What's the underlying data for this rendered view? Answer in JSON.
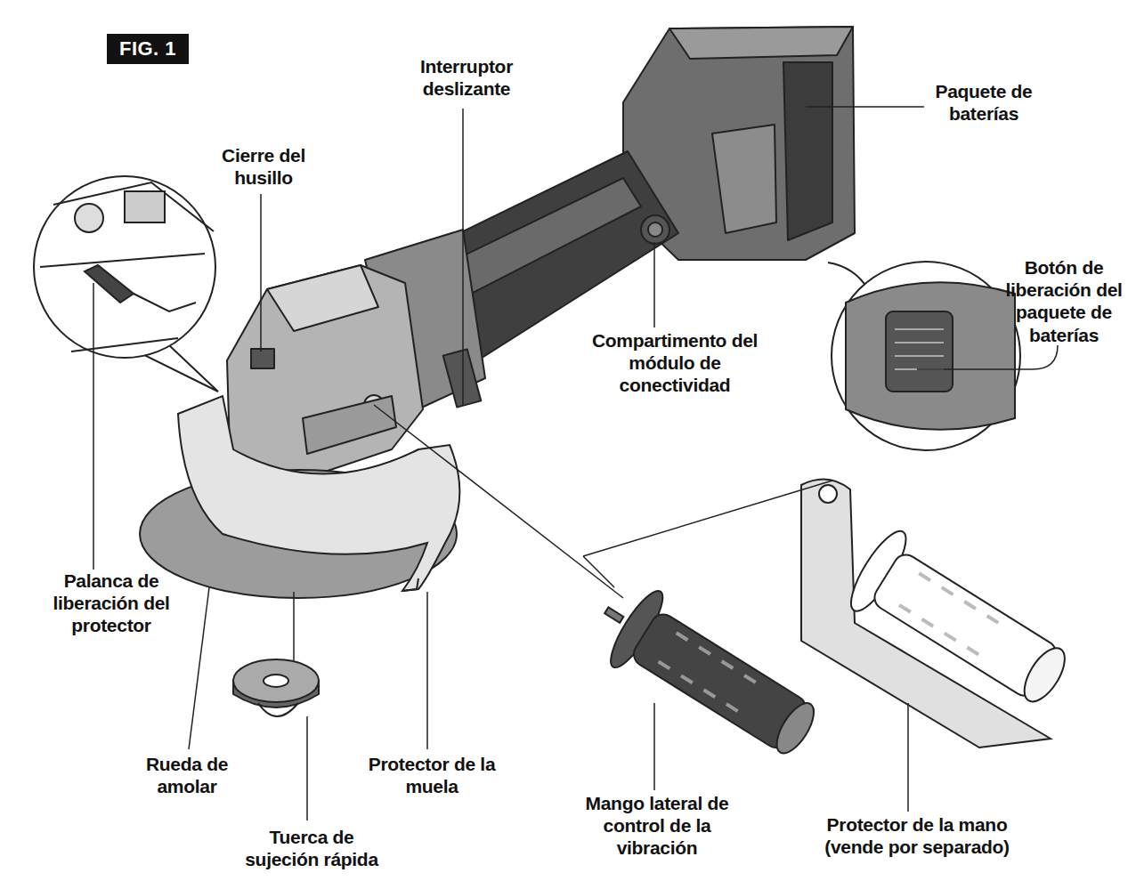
{
  "diagram": {
    "nodes": [
      {
        "text": [
          "FIG. 1"
        ]
      }
    ],
    "labels": [
      "Interruptor deslizante",
      "Paquete de baterías",
      "Cierre del husillo",
      "Botón de liberación del paquete de baterías",
      "Compartimento del módulo de conectividad",
      "Palanca de liberación del protector",
      "Rueda de amolar",
      "Tuerca de sujeción rápida",
      "Protector de la muela",
      "Mango lateral de control de la vibración",
      "Protector de la mano (vende por separado)"
    ]
  }
}
